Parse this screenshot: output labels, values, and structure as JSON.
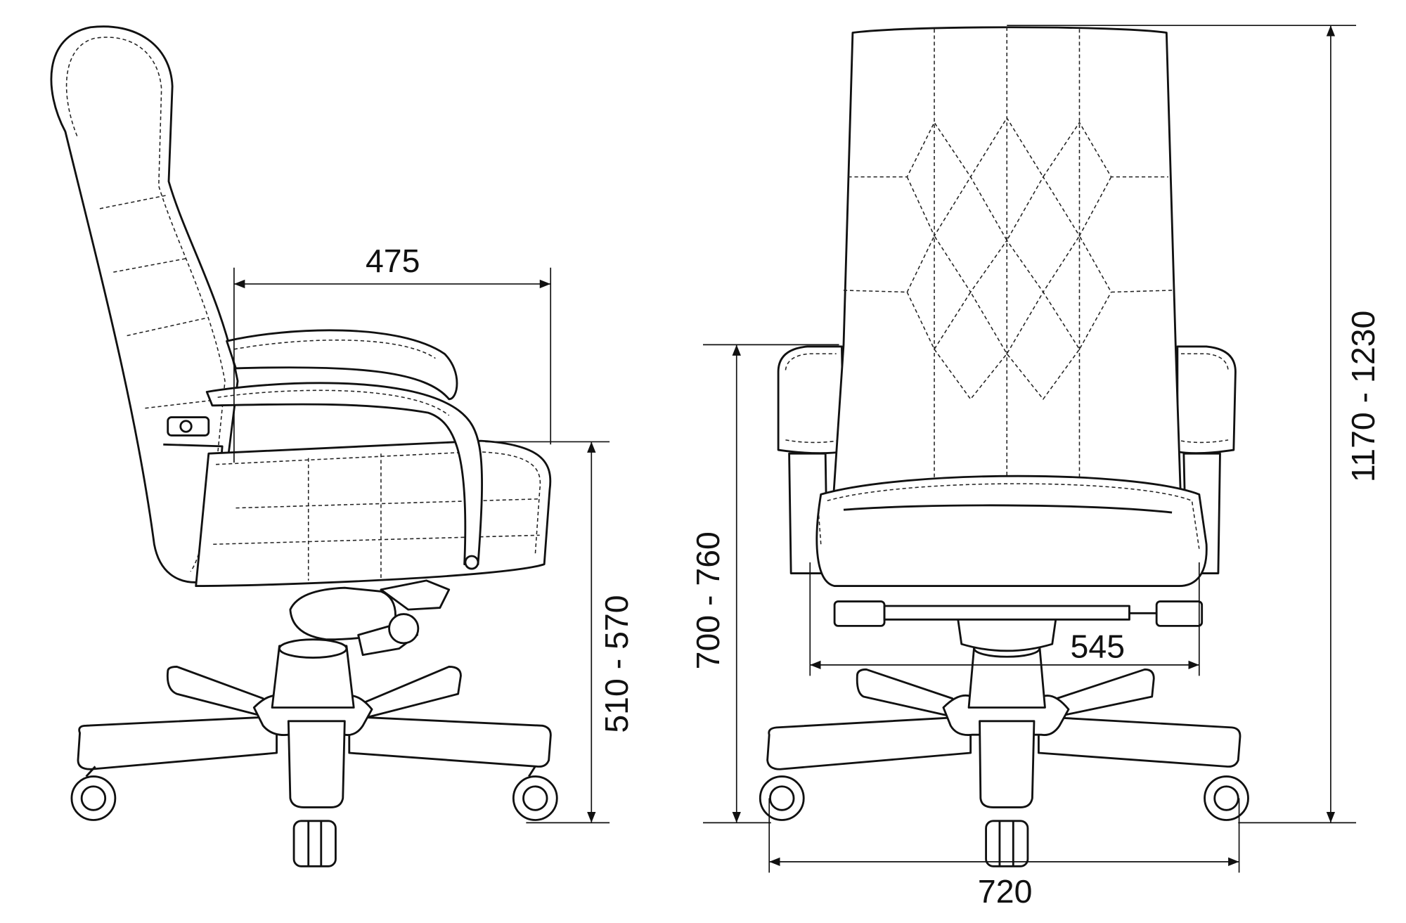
{
  "dimensions": {
    "seat_depth": "475",
    "seat_height": "510 - 570",
    "armrest_height": "700 - 760",
    "total_height": "1170 - 1230",
    "inner_width": "545",
    "base_width": "720"
  }
}
